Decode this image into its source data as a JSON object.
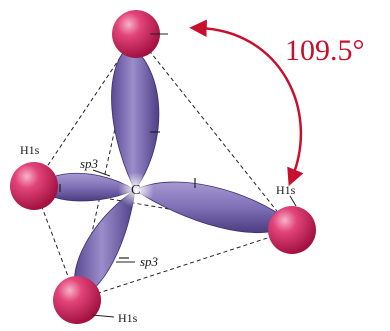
{
  "angle_label": "109.5°",
  "center_atom": "C",
  "hydrogen_labels": {
    "left": "H1s",
    "right": "H1s",
    "bottom": "H1s"
  },
  "orbital_labels": {
    "left": "sp3",
    "bottom": "sp3"
  },
  "colors": {
    "lobe_fill": "#8576b8",
    "lobe_dark": "#4b3c82",
    "hydrogen": "#d8245a",
    "arrow": "#c8102e"
  },
  "icons": {
    "angle_arrow": "double-headed-curved-arrow",
    "lobe_marks": "bond-marker-dash"
  }
}
